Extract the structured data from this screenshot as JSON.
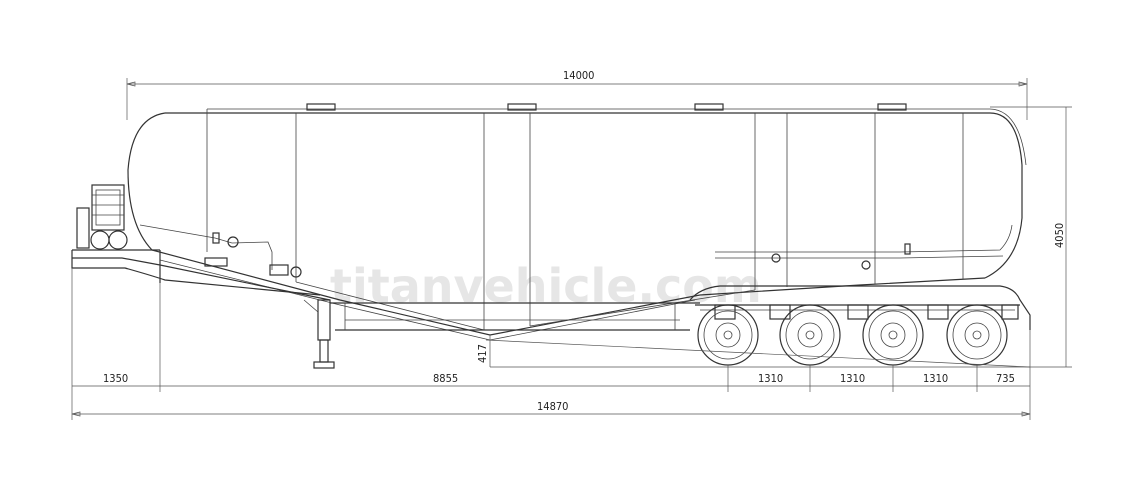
{
  "watermark": "titanvehicle.com",
  "dimensions": {
    "overall_tank_length": "14000",
    "overall_height": "4050",
    "kingpin_offset": "1350",
    "kingpin_to_first_axle": "8855",
    "axle_spacing_1": "1310",
    "axle_spacing_2": "1310",
    "axle_spacing_3": "1310",
    "rear_overhang": "735",
    "overall_length": "14870",
    "ground_clearance": "417"
  }
}
